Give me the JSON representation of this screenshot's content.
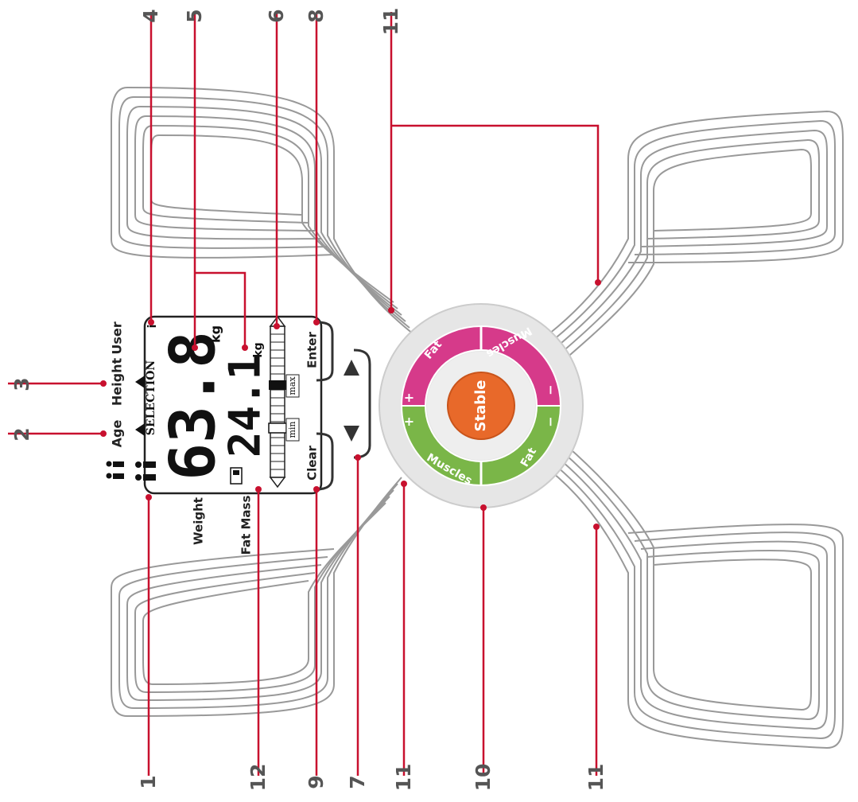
{
  "callouts": {
    "c1": "1",
    "c2": "2",
    "c3": "3",
    "c4": "4",
    "c5": "5",
    "c6": "6",
    "c7": "7",
    "c8": "8",
    "c9": "9",
    "c10": "10",
    "c11_top": "11",
    "c11_left": "11",
    "c11_bottom": "11",
    "c12": "12"
  },
  "labels": {
    "user": "User",
    "height": "Height",
    "age": "Age",
    "weight": "Weight",
    "fat_mass": "Fat Mass",
    "selection": "SELECTION",
    "user_number": "i"
  },
  "display": {
    "weight_value": "63.8",
    "weight_unit": "kg",
    "fat_value": "24.1",
    "fat_unit": "kg",
    "bar_min": "min",
    "bar_max": "max"
  },
  "buttons": {
    "enter": "Enter",
    "clear": "Clear"
  },
  "dial": {
    "center": "Stable",
    "pink_top": "Muscles",
    "pink_left": "Fat",
    "pink_plus": "+",
    "pink_minus": "−",
    "green_bottom": "Muscles",
    "green_right": "Fat",
    "green_plus": "+",
    "green_minus": "−"
  },
  "colors": {
    "callout_red": "#c8102e",
    "pink": "#d63a8a",
    "green": "#7ab648",
    "orange": "#e8692a"
  }
}
